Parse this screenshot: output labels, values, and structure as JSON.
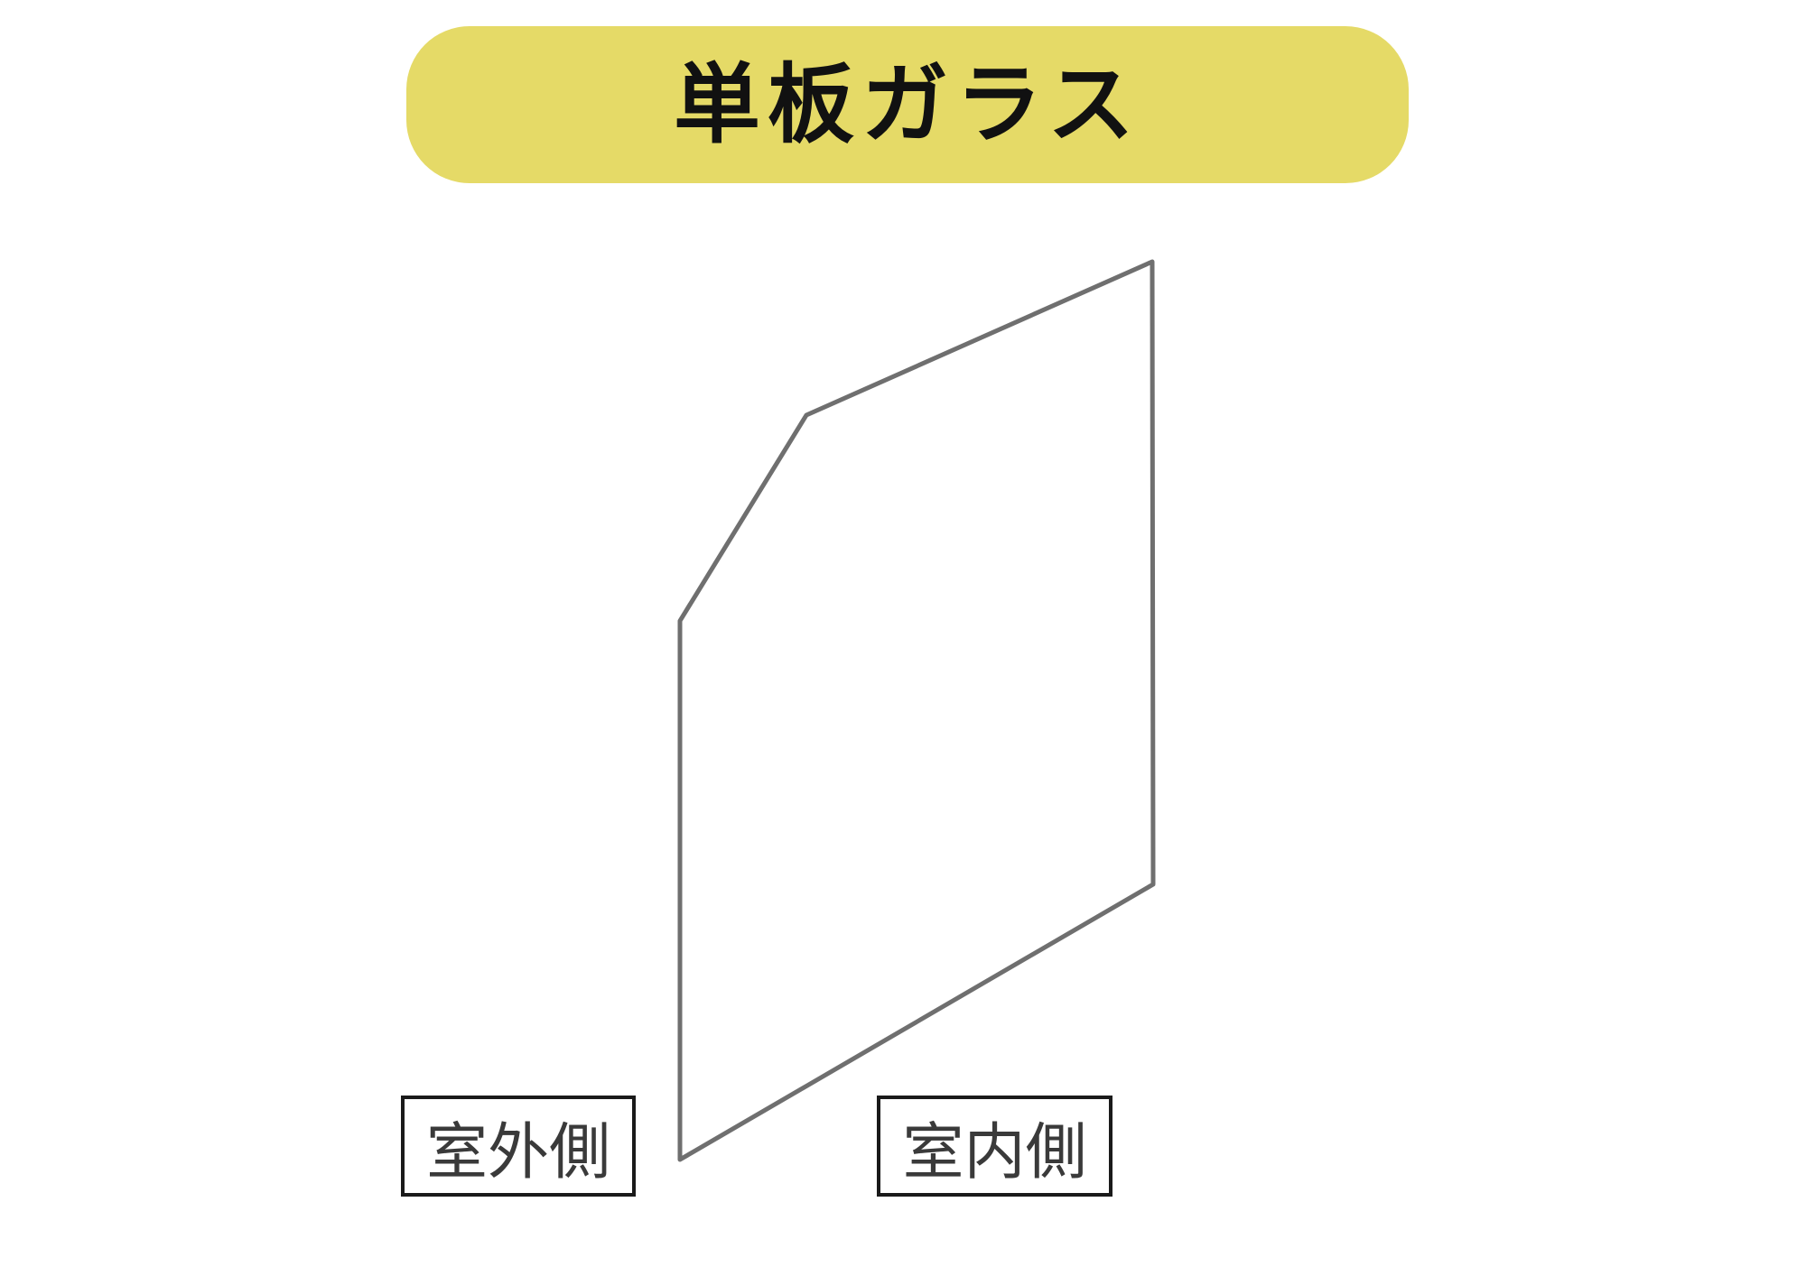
{
  "title": {
    "text": "単板ガラス",
    "background_color": "#e5da67"
  },
  "diagram": {
    "glass_pane": {
      "outline_color": "#6f6f6f",
      "fill_color": "#ffffff"
    },
    "labels": {
      "outside": "室外側",
      "inside": "室内側"
    }
  }
}
